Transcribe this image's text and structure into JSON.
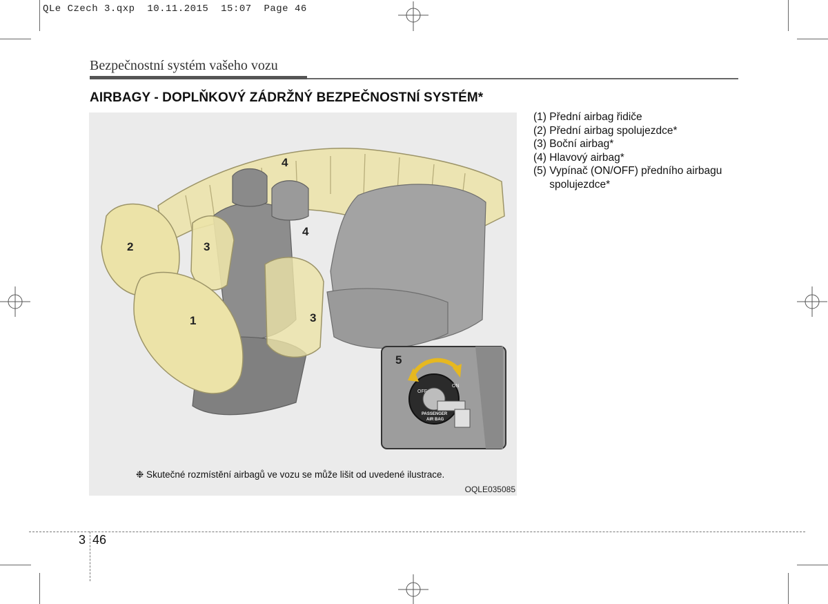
{
  "slug": "QLe Czech 3.qxp  10.11.2015  15:07  Page 46",
  "running_head": "Bezpečnostní systém vašeho vozu",
  "section_title": "AIRBAGY - DOPLŇKOVÝ ZÁDRŽNÝ BEZPEČNOSTNÍ SYSTÉM*",
  "legend": [
    {
      "num": "(1)",
      "text": "Přední airbag řidiče"
    },
    {
      "num": "(2)",
      "text": "Přední airbag spolujezdce*"
    },
    {
      "num": "(3)",
      "text": "Boční airbag*"
    },
    {
      "num": "(4)",
      "text": "Hlavový airbag*"
    },
    {
      "num": "(5)",
      "text": "Vypínač (ON/OFF) předního airbagu spolujezdce*"
    }
  ],
  "figure": {
    "callouts": [
      "1",
      "2",
      "3",
      "3",
      "4",
      "4",
      "5"
    ],
    "switch_labels": {
      "off": "OFF",
      "on": "ON",
      "passenger": "PASSENGER",
      "airbag": "AIR BAG"
    },
    "note": "❉ Skutečné rozmístění airbagů ve vozu se může lišit od uvedené ilustrace.",
    "code": "OQLE035085"
  },
  "footer": {
    "chapter": "3",
    "page": "46"
  },
  "colors": {
    "airbag": "#ece3a8",
    "airbag_stroke": "#9c9468",
    "seat": "#8d8d8d",
    "figure_bg": "#ebebeb"
  }
}
